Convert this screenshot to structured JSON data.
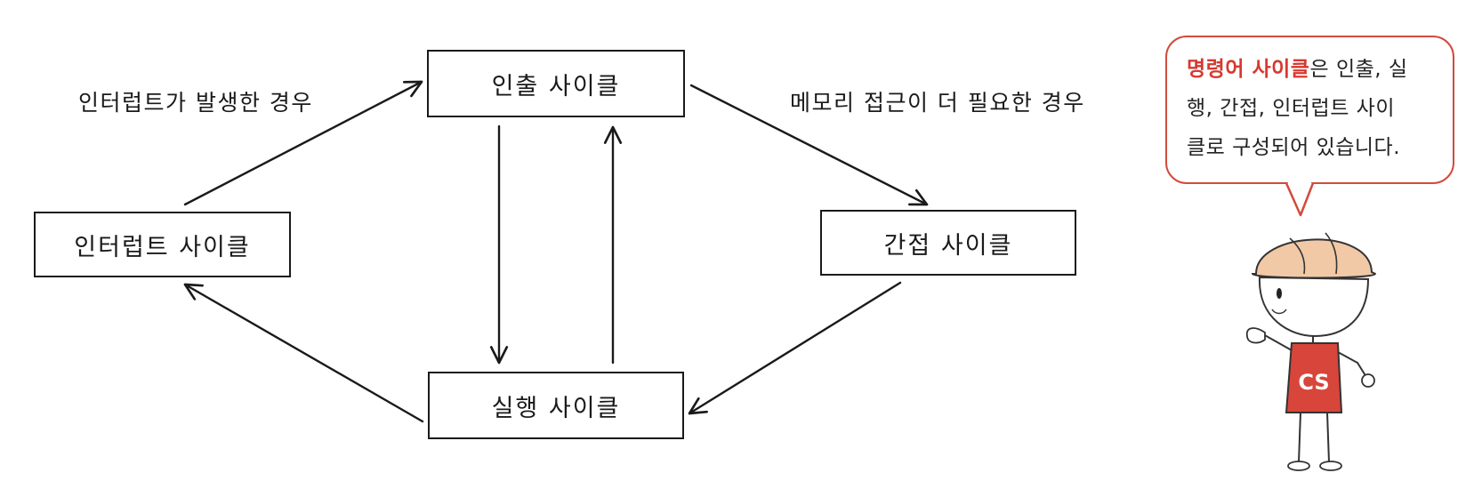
{
  "diagram": {
    "nodes": {
      "fetch": "인출 사이클",
      "interrupt": "인터럽트 사이클",
      "indirect": "간접 사이클",
      "execute": "실행 사이클"
    },
    "edge_labels": {
      "interrupt_occurs": "인터럽트가 발생한 경우",
      "more_memory_access": "메모리 접근이 더 필요한 경우"
    }
  },
  "speech_bubble": {
    "highlight": "명령어 사이클",
    "line1_rest": "은 인출, 실",
    "line2": "행, 간접, 인터럽트 사이",
    "line3": "클로 구성되어 있습니다.",
    "highlight_color": "#d6392f",
    "border_color": "#d24b3c"
  },
  "character": {
    "shirt_text": "CS",
    "shirt_color": "#d8453a",
    "helmet_color": "#f1c9a6"
  }
}
